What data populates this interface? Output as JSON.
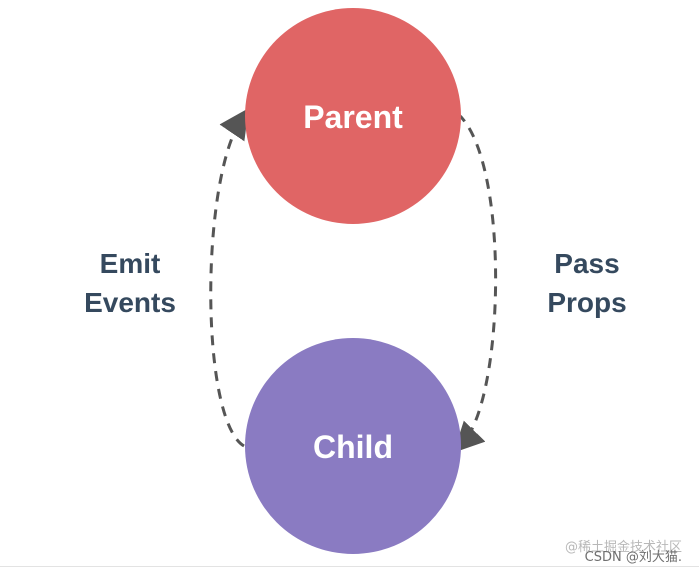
{
  "diagram": {
    "nodes": [
      {
        "id": "parent",
        "label": "Parent",
        "color": "#e06565"
      },
      {
        "id": "child",
        "label": "Child",
        "color": "#8a7bc2"
      }
    ],
    "edges": [
      {
        "from": "child",
        "to": "parent",
        "label_lines": [
          "Emit",
          "Events"
        ]
      },
      {
        "from": "parent",
        "to": "child",
        "label_lines": [
          "Pass",
          "Props"
        ]
      }
    ],
    "colors": {
      "edge_label": "#35495e",
      "arrow": "#555555"
    }
  },
  "watermarks": {
    "primary": "@稀土掘金技术社区",
    "secondary": "CSDN @刘大猫."
  }
}
